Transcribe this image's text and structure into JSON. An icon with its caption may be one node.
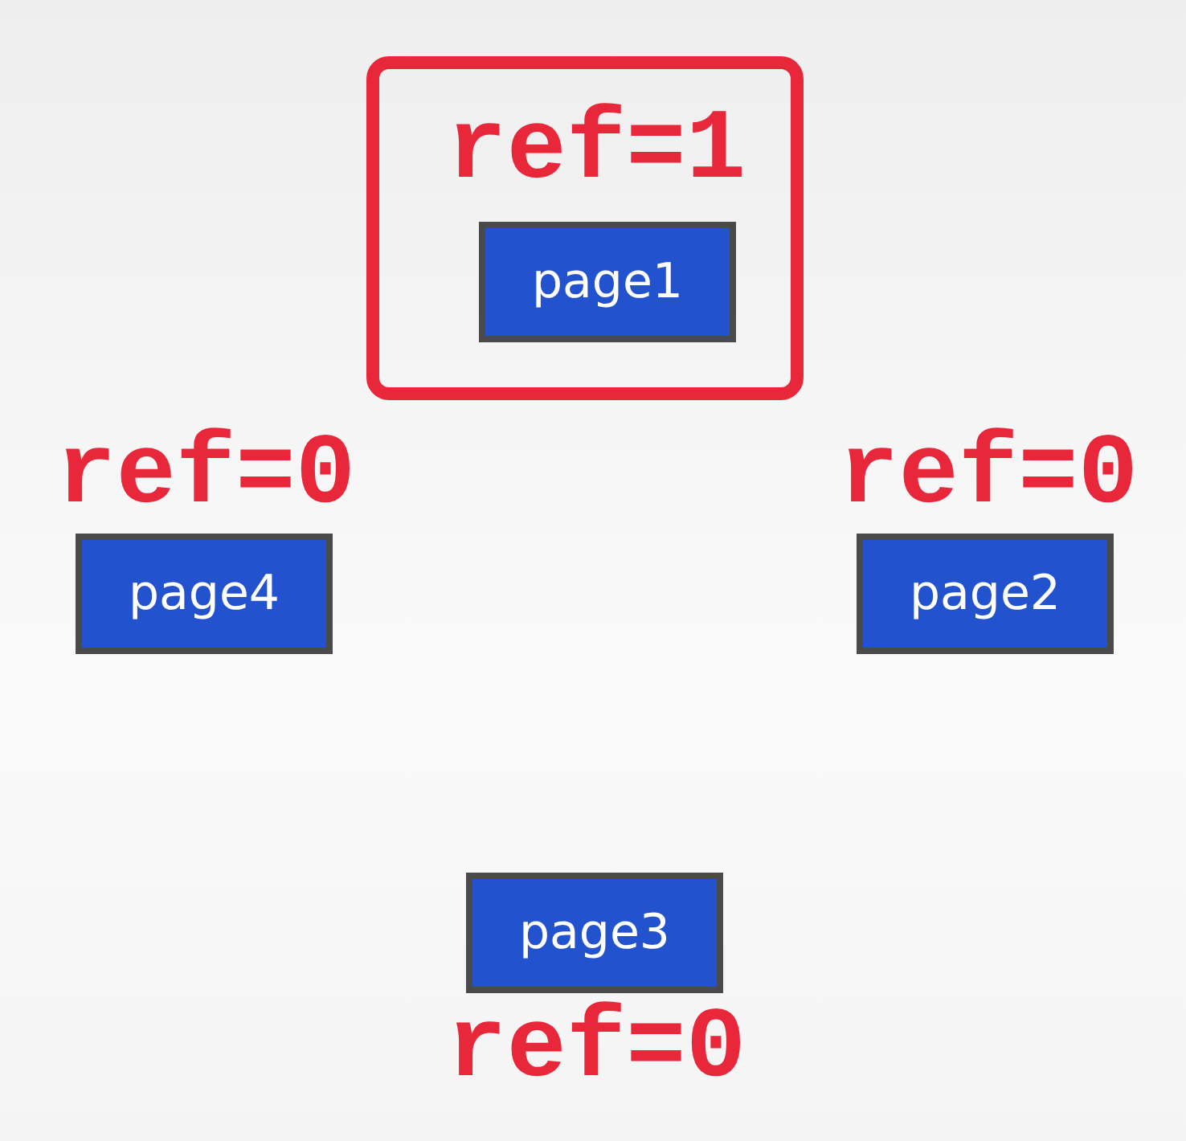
{
  "diagram": {
    "nodes": [
      {
        "text": [
          "ref=1"
        ]
      },
      {
        "text": [
          "page1"
        ],
        "in": 0
      },
      {
        "text": [
          "page4"
        ],
        "beside": [
          "ref=0"
        ]
      },
      {
        "text": [
          "page2"
        ],
        "beside": [
          "ref=0"
        ]
      },
      {
        "text": [
          "page3"
        ],
        "beside": [
          "ref=0"
        ]
      }
    ]
  }
}
